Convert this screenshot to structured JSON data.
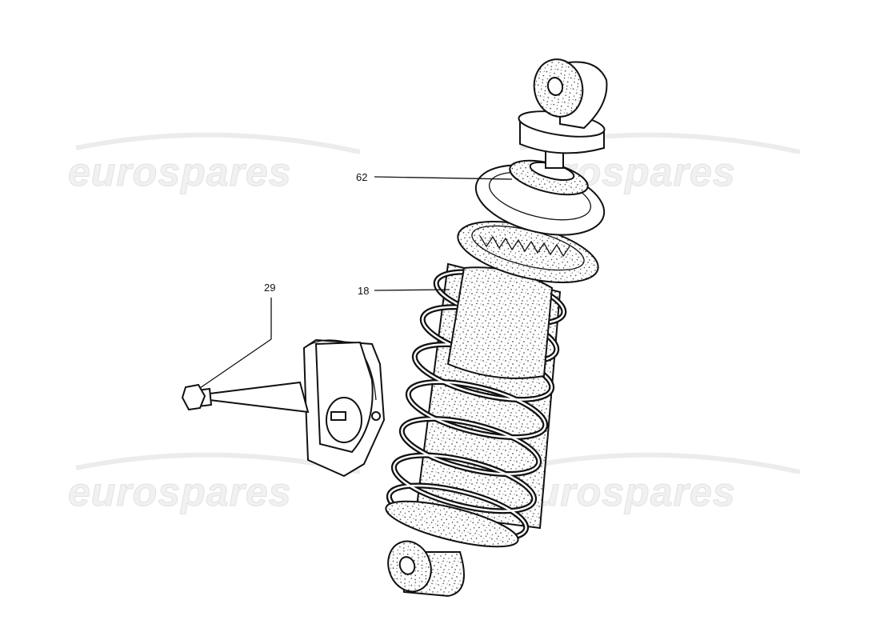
{
  "watermark": {
    "text": "eurospares",
    "color": "#e6e6e6"
  },
  "callouts": [
    {
      "id": "62",
      "label": "62"
    },
    {
      "id": "18",
      "label": "18"
    },
    {
      "id": "29",
      "label": "29"
    }
  ],
  "colors": {
    "ink": "#111111",
    "background": "#ffffff"
  }
}
